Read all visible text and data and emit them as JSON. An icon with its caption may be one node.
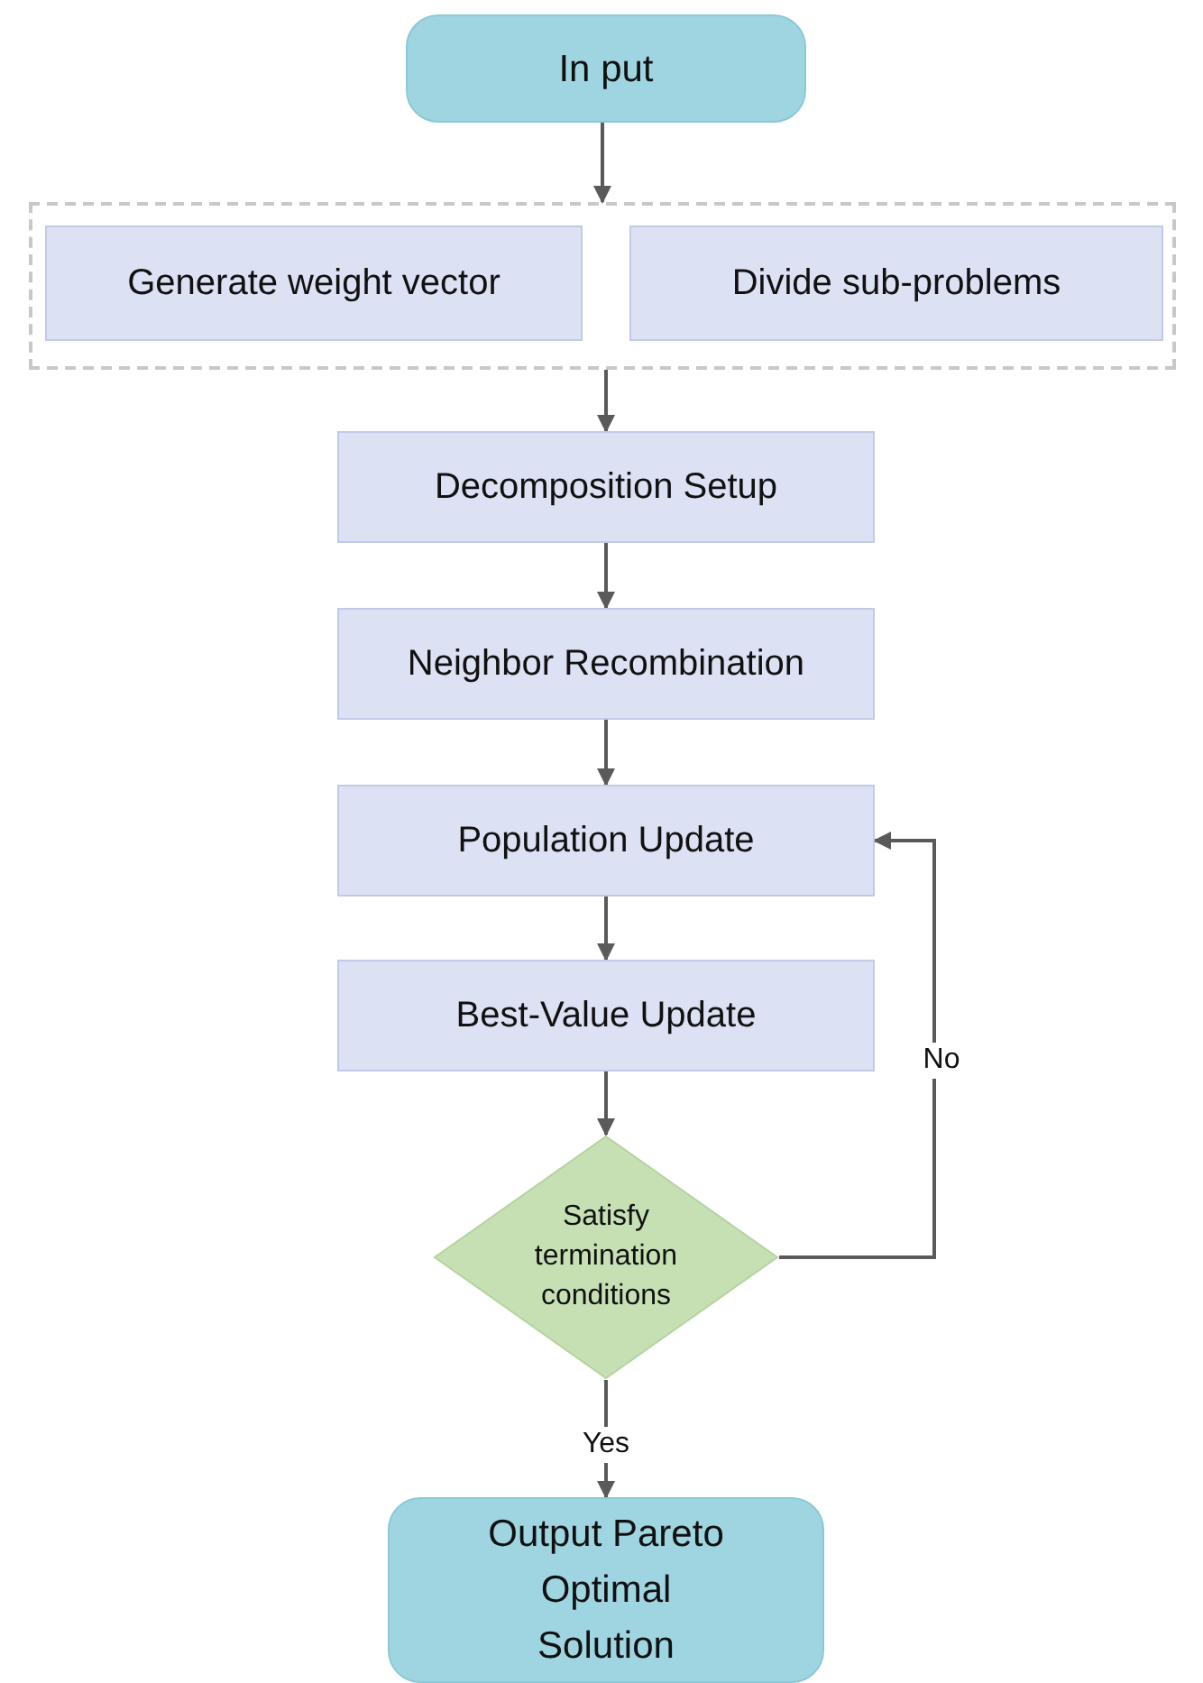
{
  "diagram": {
    "nodes": [
      {
        "text": [
          "In put"
        ]
      },
      {
        "text": [],
        "shape": "box"
      },
      {
        "text": [
          "Generate weight vector"
        ],
        "in": 1
      },
      {
        "text": [
          "Divide sub-problems"
        ],
        "in": 1
      },
      {
        "text": [
          "Decomposition Setup"
        ]
      },
      {
        "text": [
          "Neighbor Recombination"
        ]
      },
      {
        "text": [
          "Population Update"
        ]
      },
      {
        "text": [
          "Best-Value Update"
        ]
      },
      {
        "text": [
          "Satisfy termination conditions"
        ]
      },
      {
        "text": [
          "Output Pareto Optimal Solution"
        ]
      }
    ],
    "edges": [
      {
        "from": 0,
        "to": 1,
        "arrow": "to"
      },
      {
        "from": 1,
        "to": 4,
        "arrow": "to"
      },
      {
        "from": 4,
        "to": 5,
        "arrow": "to"
      },
      {
        "from": 5,
        "to": 6,
        "arrow": "to"
      },
      {
        "from": 6,
        "to": 7,
        "arrow": "to"
      },
      {
        "from": 7,
        "to": 8,
        "arrow": "to"
      },
      {
        "from": 8,
        "to": 6,
        "arrow": "to",
        "label": "No"
      },
      {
        "from": 8,
        "to": 9,
        "arrow": "to",
        "label": "Yes"
      }
    ]
  }
}
